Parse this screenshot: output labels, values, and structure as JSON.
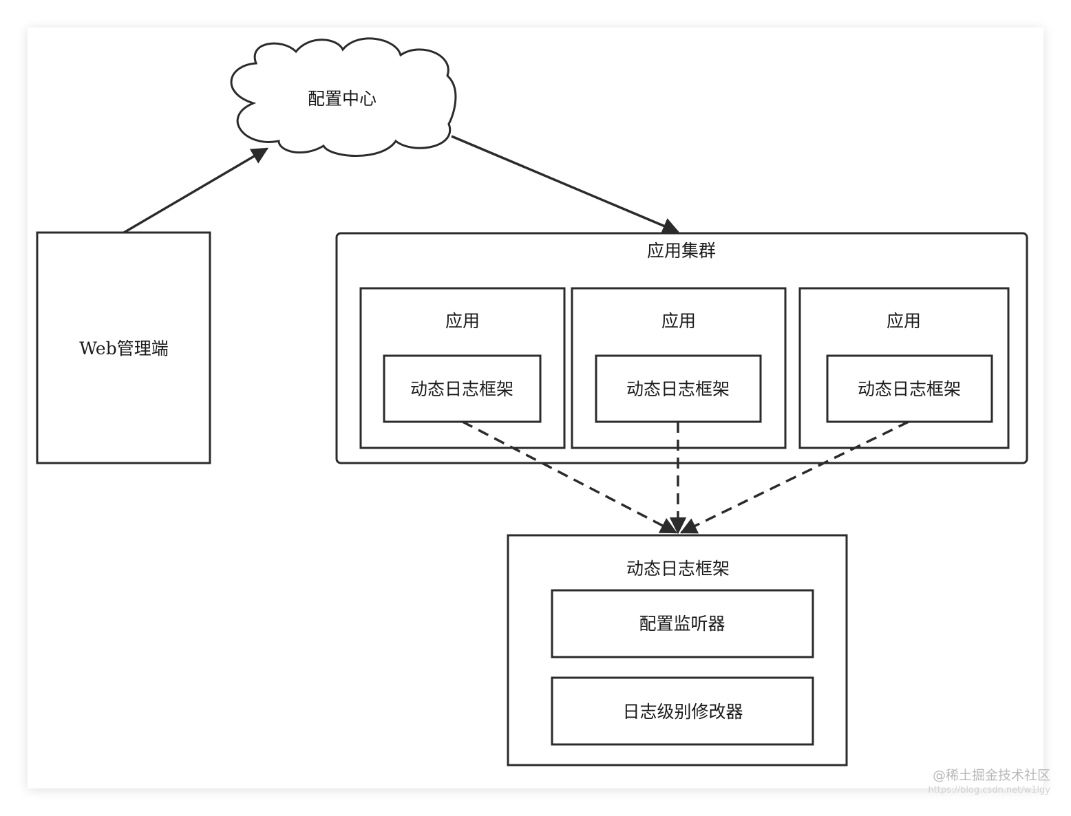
{
  "nodes": {
    "config_center": "配置中心",
    "web_admin": "Web管理端",
    "app_cluster": "应用集群",
    "apps": [
      {
        "label": "应用",
        "framework": "动态日志框架"
      },
      {
        "label": "应用",
        "framework": "动态日志框架"
      },
      {
        "label": "应用",
        "framework": "动态日志框架"
      }
    ],
    "framework_detail": {
      "title": "动态日志框架",
      "components": [
        "配置监听器",
        "日志级别修改器"
      ]
    }
  },
  "edges": [
    {
      "from": "web_admin",
      "to": "config_center",
      "style": "solid"
    },
    {
      "from": "config_center",
      "to": "app_cluster",
      "style": "solid"
    },
    {
      "from": "apps.0.framework",
      "to": "framework_detail",
      "style": "dashed"
    },
    {
      "from": "apps.1.framework",
      "to": "framework_detail",
      "style": "dashed"
    },
    {
      "from": "apps.2.framework",
      "to": "framework_detail",
      "style": "dashed"
    }
  ],
  "watermark": {
    "main": "@稀土掘金技术社区",
    "sub": "https://blog.csdn.net/w1lgy"
  },
  "colors": {
    "stroke": "#2b2b2b",
    "text": "#1a1a1a",
    "background": "#ffffff",
    "watermark": "#b8b8b8"
  }
}
